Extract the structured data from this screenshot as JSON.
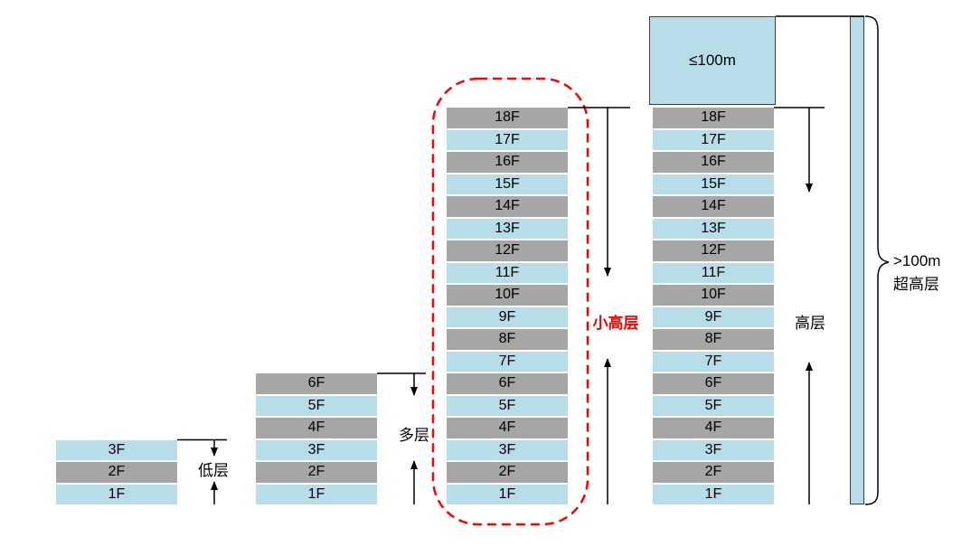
{
  "colors": {
    "floor_light": "#B7DEE8",
    "floor_gray": "#A6A6A6",
    "highlight_red": "#FF0000",
    "line": "#000000"
  },
  "stacks": {
    "low_rise": {
      "floors": [
        "3F",
        "2F",
        "1F"
      ]
    },
    "multi_storey": {
      "floors": [
        "6F",
        "5F",
        "4F",
        "3F",
        "2F",
        "1F"
      ]
    },
    "small_high_rise": {
      "floors": [
        "18F",
        "17F",
        "16F",
        "15F",
        "14F",
        "13F",
        "12F",
        "11F",
        "10F",
        "9F",
        "8F",
        "7F",
        "6F",
        "5F",
        "4F",
        "3F",
        "2F",
        "1F"
      ]
    },
    "high_rise": {
      "floors": [
        "18F",
        "17F",
        "16F",
        "15F",
        "14F",
        "13F",
        "12F",
        "11F",
        "10F",
        "9F",
        "8F",
        "7F",
        "6F",
        "5F",
        "4F",
        "3F",
        "2F",
        "1F"
      ]
    }
  },
  "annotations": {
    "low_rise_label": "低层",
    "multi_storey_label": "多层",
    "small_high_rise_label": "小高层",
    "high_rise_label": "高层",
    "height_cap_label": "≤100m",
    "super_high_line1": ">100m",
    "super_high_line2": "超高层"
  }
}
